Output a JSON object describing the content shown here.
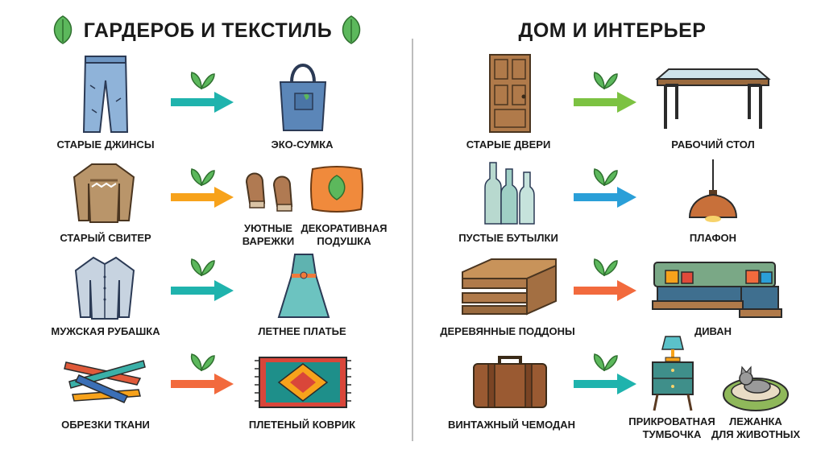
{
  "left": {
    "title": "ГАРДЕРОБ И ТЕКСТИЛЬ",
    "rows": [
      {
        "from": "СТАРЫЕ ДЖИНСЫ",
        "to": "ЭКО-СУМКА",
        "arrow_color": "#1fb3ad"
      },
      {
        "from": "СТАРЫЙ СВИТЕР",
        "to_a_line1": "УЮТНЫЕ",
        "to_a_line2": "ВАРЕЖКИ",
        "to_b_line1": "ДЕКОРАТИВНАЯ",
        "to_b_line2": "ПОДУШКА",
        "arrow_color": "#f7a21b"
      },
      {
        "from": "МУЖСКАЯ РУБАШКА",
        "to": "ЛЕТНЕЕ ПЛАТЬЕ",
        "arrow_color": "#1fb3ad"
      },
      {
        "from": "ОБРЕЗКИ ТКАНИ",
        "to": "ПЛЕТЕНЫЙ КОВРИК",
        "arrow_color": "#f26a3d"
      }
    ]
  },
  "right": {
    "title": "ДОМ И ИНТЕРЬЕР",
    "rows": [
      {
        "from": "СТАРЫЕ ДВЕРИ",
        "to": "РАБОЧИЙ СТОЛ",
        "arrow_color": "#7cc242"
      },
      {
        "from": "ПУСТЫЕ БУТЫЛКИ",
        "to": "ПЛАФОН",
        "arrow_color": "#2a9fd8"
      },
      {
        "from": "ДЕРЕВЯННЫЕ ПОДДОНЫ",
        "to": "ДИВАН",
        "arrow_color": "#f26a3d"
      },
      {
        "from": "ВИНТАЖНЫЙ ЧЕМОДАН",
        "to_a_line1": "ПРИКРОВАТНАЯ",
        "to_a_line2": "ТУМБОЧКА",
        "to_b_line1": "ЛЕЖАНКА",
        "to_b_line2": "ДЛЯ ЖИВОТНЫХ",
        "arrow_color": "#1fb3ad"
      }
    ]
  },
  "colors": {
    "leaf": "#5cb85c",
    "leaf_dark": "#3f8f3f",
    "divider": "#bdbdbd"
  },
  "icons": [
    "leaf-icon",
    "arrow-icon",
    "jeans-icon",
    "tote-bag-icon",
    "sweater-icon",
    "mittens-icon",
    "pillow-icon",
    "shirt-icon",
    "dress-icon",
    "fabric-scraps-icon",
    "rug-icon",
    "door-icon",
    "desk-icon",
    "bottles-icon",
    "lamp-icon",
    "pallets-icon",
    "sofa-icon",
    "suitcase-icon",
    "nightstand-icon",
    "pet-bed-icon"
  ]
}
